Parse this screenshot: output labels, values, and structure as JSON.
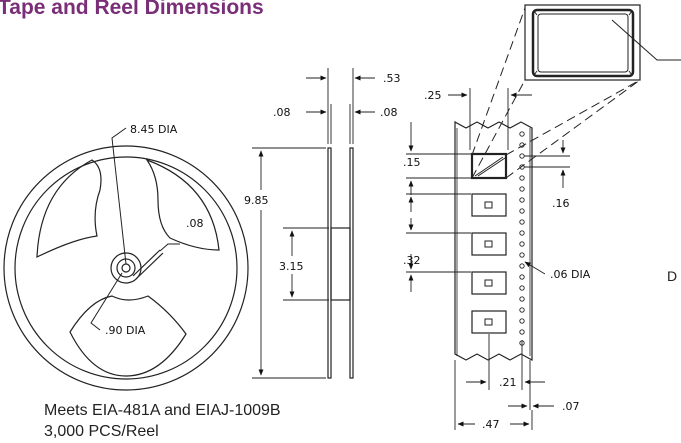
{
  "title": "Tape and Reel Dimensions",
  "notes": {
    "standard": "Meets EIA-481A and EIAJ-1009B",
    "quantity": "3,000 PCS/Reel"
  },
  "reel_dims": {
    "outer_dia": "8.45 DIA",
    "hub_dia": ".90 DIA",
    "hub_slot": ".08"
  },
  "side_dims": {
    "total_width": ".53",
    "flange_left": ".08",
    "flange_right": ".08",
    "height": "9.85",
    "hub_height": "3.15"
  },
  "tape_dims": {
    "left_offset": ".25",
    "pocket_length": ".15",
    "sprocket_offset": ".16",
    "pocket_pitch": ".32",
    "hole_dia": ".06 DIA",
    "pocket_to_edge": ".21",
    "hole_to_edge": ".07",
    "tape_width": ".47"
  },
  "partial_label": "D"
}
